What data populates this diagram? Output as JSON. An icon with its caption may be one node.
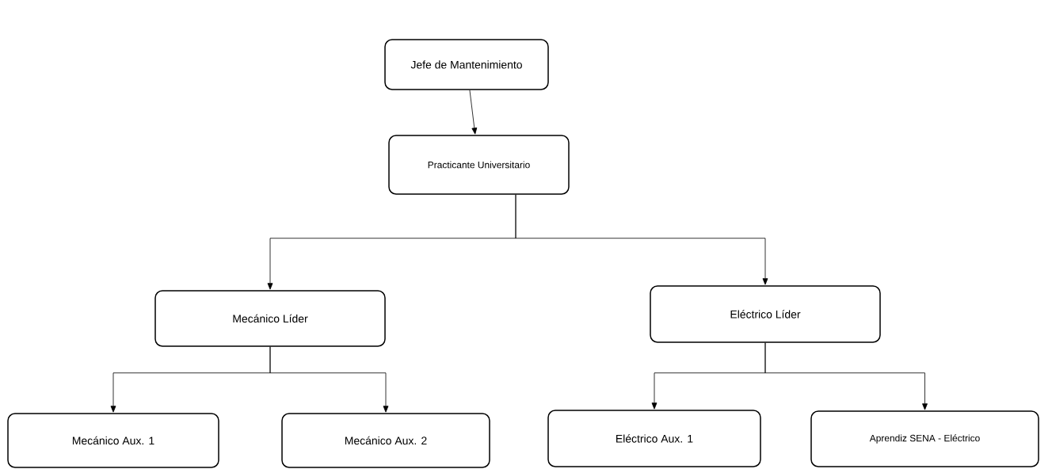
{
  "diagram": {
    "nodes": [
      {
        "text": [
          "Jefe de Mantenimiento"
        ]
      },
      {
        "text": [
          "Practicante Universitario"
        ]
      },
      {
        "text": [
          "Mecánico Líder"
        ]
      },
      {
        "text": [
          "Eléctrico Líder"
        ]
      },
      {
        "text": [
          "Mecánico Aux. 1"
        ]
      },
      {
        "text": [
          "Mecánico Aux. 2"
        ]
      },
      {
        "text": [
          "Eléctrico Aux. 1"
        ]
      },
      {
        "text": [
          "Aprendiz SENA - Eléctrico"
        ]
      }
    ],
    "edges": [
      {
        "from": 0,
        "to": 1,
        "arrow": "to"
      },
      {
        "from": 1,
        "to": 2,
        "arrow": "to"
      },
      {
        "from": 1,
        "to": 3,
        "arrow": "to"
      },
      {
        "from": 2,
        "to": 4,
        "arrow": "to"
      },
      {
        "from": 2,
        "to": 5,
        "arrow": "to"
      },
      {
        "from": 3,
        "to": 6,
        "arrow": "to"
      },
      {
        "from": 3,
        "to": 7,
        "arrow": "to"
      }
    ]
  }
}
